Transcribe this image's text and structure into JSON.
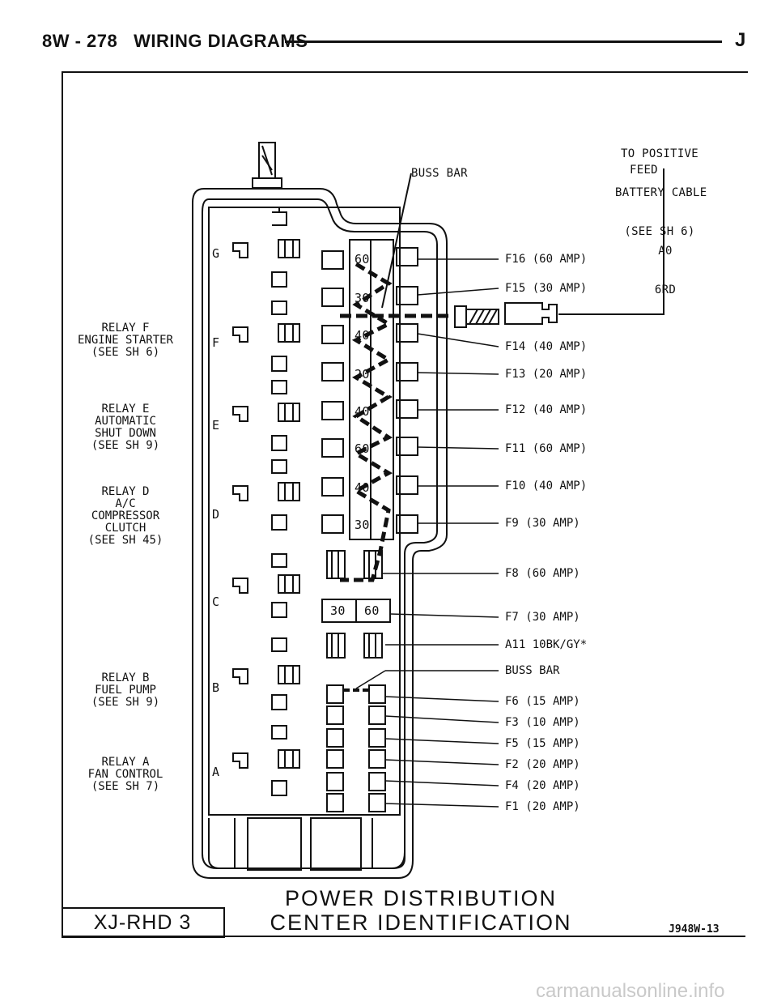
{
  "header": {
    "page_ref": "8W - 278",
    "section": "WIRING DIAGRAMS",
    "brand_mark": "J"
  },
  "callouts": {
    "battery": [
      "TO POSITIVE",
      "BATTERY CABLE",
      "(SEE SH 6)"
    ],
    "feed": "FEED",
    "wire": [
      "A0",
      "6RD"
    ],
    "buss_bar_top": "BUSS BAR"
  },
  "relays": [
    {
      "lines": [
        "RELAY F",
        "ENGINE STARTER",
        "(SEE SH 6)"
      ]
    },
    {
      "lines": [
        "RELAY E",
        "AUTOMATIC",
        "SHUT DOWN",
        "(SEE SH 9)"
      ]
    },
    {
      "lines": [
        "RELAY D",
        "A/C",
        "COMPRESSOR",
        "CLUTCH",
        "(SEE SH 45)"
      ]
    },
    {
      "lines": [
        "RELAY B",
        "FUEL PUMP",
        "(SEE SH 9)"
      ]
    },
    {
      "lines": [
        "RELAY A",
        "FAN CONTROL",
        "(SEE SH 7)"
      ]
    }
  ],
  "row_letters": [
    "G",
    "F",
    "E",
    "D",
    "C",
    "B",
    "A"
  ],
  "fuses_large": [
    {
      "label": "F16 (60 AMP)",
      "value": "60"
    },
    {
      "label": "F15 (30 AMP)",
      "value": "30"
    },
    {
      "label": "F14 (40 AMP)",
      "value": "40"
    },
    {
      "label": "F13 (20 AMP)",
      "value": "20"
    },
    {
      "label": "F12 (40 AMP)",
      "value": "40"
    },
    {
      "label": "F11 (60 AMP)",
      "value": "60"
    },
    {
      "label": "F10 (40 AMP)",
      "value": "40"
    },
    {
      "label": "F9 (30 AMP)",
      "value": "30"
    }
  ],
  "fuses_lower": [
    {
      "label": "F8 (60 AMP)"
    },
    {
      "label": "F7 (30 AMP)"
    },
    {
      "label": "A11 10BK/GY*"
    },
    {
      "label": "BUSS BAR"
    },
    {
      "label": "F6 (15 AMP)"
    },
    {
      "label": "F3 (10 AMP)"
    },
    {
      "label": "F5 (15 AMP)"
    },
    {
      "label": "F2 (20 AMP)"
    },
    {
      "label": "F4 (20 AMP)"
    },
    {
      "label": "F1 (20 AMP)"
    }
  ],
  "maxi_values": [
    "30",
    "60"
  ],
  "title": [
    "POWER DISTRIBUTION",
    "CENTER IDENTIFICATION"
  ],
  "model_box": "XJ-RHD 3",
  "figure_code": "J948W-13",
  "watermark": "carmanualsonline.info"
}
